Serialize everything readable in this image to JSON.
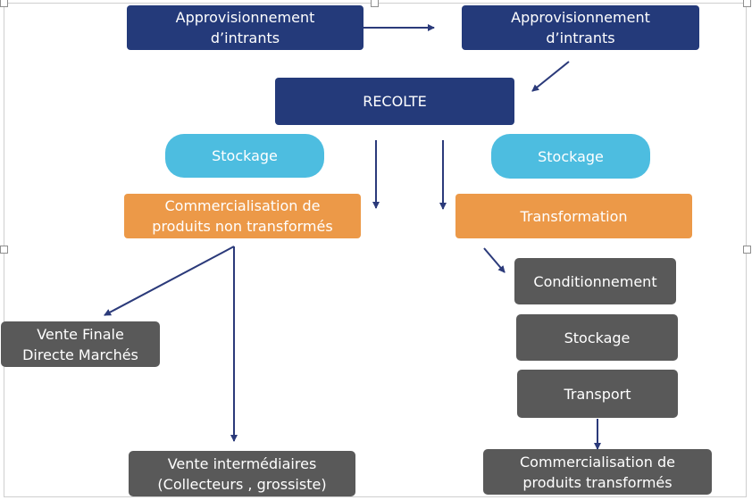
{
  "diagram": {
    "nodes": {
      "appro_left": {
        "lines": [
          "Approvisionnement",
          "d’intrants"
        ],
        "color": "#243a7a"
      },
      "appro_right": {
        "lines": [
          "Approvisionnement",
          "d’intrants"
        ],
        "color": "#243a7a"
      },
      "recolte": {
        "lines": [
          "RECOLTE"
        ],
        "color": "#243a7a"
      },
      "stockage_left": {
        "lines": [
          "Stockage"
        ],
        "color": "#4dbde0"
      },
      "stockage_right": {
        "lines": [
          "Stockage"
        ],
        "color": "#4dbde0"
      },
      "commercialisation_brut": {
        "lines": [
          "Commercialisation  de",
          "produits non transformés"
        ],
        "color": "#ec9948"
      },
      "transformation": {
        "lines": [
          "Transformation"
        ],
        "color": "#ec9948"
      },
      "vente_finale": {
        "lines": [
          "Vente Finale",
          "Directe Marchés"
        ],
        "color": "#595959"
      },
      "vente_intermediaires": {
        "lines": [
          "Vente intermédiaires",
          "(Collecteurs , grossiste)"
        ],
        "color": "#595959"
      },
      "conditionnement": {
        "lines": [
          "Conditionnement"
        ],
        "color": "#595959"
      },
      "stockage_gray": {
        "lines": [
          "Stockage"
        ],
        "color": "#595959"
      },
      "transport": {
        "lines": [
          "Transport"
        ],
        "color": "#595959"
      },
      "commercialisation_transf": {
        "lines": [
          "Commercialisation  de",
          "produits transformés"
        ],
        "color": "#595959"
      }
    },
    "arrow_color": "#2b3a7a"
  }
}
